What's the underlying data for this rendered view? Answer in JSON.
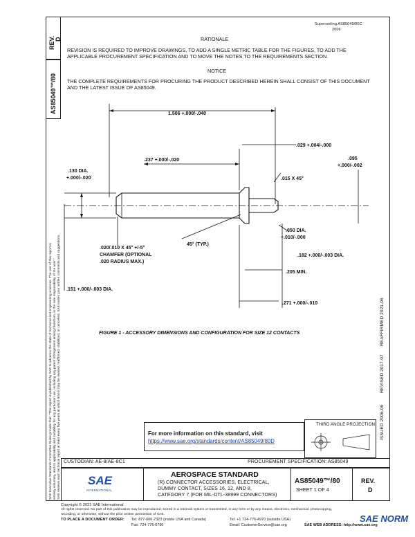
{
  "header": {
    "doc_number": "AS85049™/80",
    "rev_label": "REV.",
    "rev_value": "D",
    "issued": "ISSUED 2006-06",
    "revised": "REVISED 2017-07",
    "reaffirmed": "REAFFIRMED 2021-06",
    "superseding": "Superseding AS85049/80C",
    "superseding_date": "2006"
  },
  "left_margin": {
    "line1": "SAE Executive Standards Committee Rules provide that: \"This report is published by SAE to advance the state of technical and engineering sciences. The use of this report is",
    "line2": "entirely voluntary, and its applicability and suitability for any particular use, including any patent infringement arising therefrom, is the sole responsibility of the user.\"",
    "line3": "SAE reviews each technical report at least every five years at which time it may be revised, reaffirmed, stabilized, or cancelled. SAE invites your written comments and suggestions."
  },
  "rationale": {
    "heading": "RATIONALE",
    "body": "REVISION IS REQUIRED TO IMPROVE DRAWINGS, TO ADD A SINGLE METRIC TABLE FOR THE FIGURES, TO ADD THE APPLICABLE PROCUREMENT SPECIFICATION AND TO MOVE THE NOTES TO THE REQUIREMENTS SECTION."
  },
  "notice": {
    "heading": "NOTICE",
    "body": "THE COMPLETE REQUIREMENTS FOR PROCURING THE PRODUCT DESCRIBED HEREIN SHALL CONSIST OF THIS DOCUMENT AND THE LATEST ISSUE OF AS85049."
  },
  "figure": {
    "caption": "FIGURE 1 - ACCESSORY DIMENSIONS AND CONFIGURATION FOR SIZE 12 CONTACTS",
    "dims": {
      "overall": "1.506 +.000/-.040",
      "d029": ".029 +.004/-.000",
      "d095a": ".095",
      "d095b": "+.000/-.002",
      "d237": ".237 +.000/-.020",
      "d130a": ".130 DIA.",
      "d130b": "+.000/-.020",
      "chamfer15": ".015 X 45°",
      "d050a": ".050 DIA.",
      "d050b": "+.010/-.000",
      "angle45": "45° (TYP.)",
      "chamfer020a": ".020/.010 X 45° +/-5°",
      "chamfer020b": "CHAMFER (OPTIONAL",
      "chamfer020c": ".020 RADIUS MAX.)",
      "d182": ".182 +.000/-.003 DIA.",
      "d205": ".205 MIN.",
      "d151": ".151 +.000/-.003 DIA.",
      "d271": ".271 +.000/-.010"
    }
  },
  "info_box": {
    "text": "For more information on this standard, visit",
    "url": "https://www.sae.org/standards/content/AS85049/80D"
  },
  "third_angle": "THIRD ANGLE PROJECTION",
  "custodian": "CUSTODIAN: AE-8/AE-8C1",
  "procurement": "PROCUREMENT SPECIFICATION: AS85049",
  "title_block": {
    "logo": "SAE",
    "logo_sub": "INTERNATIONAL",
    "heading": "AEROSPACE STANDARD",
    "desc1": "(R) CONNECTOR ACCESSORIES, ELECTRICAL,",
    "desc2": "DUMMY CONTACT, SIZES 16, 12, AND 8,",
    "desc3": "CATEGORY 7 (FOR MIL-DTL-38999 CONNECTORS)",
    "doc": "AS85049™/80",
    "sheet": "SHEET 1 OF 4",
    "rev_label": "REV.",
    "rev_value": "D"
  },
  "footer": {
    "copyright": "Copyright © 2021 SAE International",
    "rights1": "All rights reserved. No part of this publication may be reproduced, stored in a retrieval system or transmitted, in any form or by any means, electronic, mechanical, photocopying,",
    "rights2": "recording, or otherwise, without the prior written permission of SAE.",
    "order": "TO PLACE A DOCUMENT ORDER:",
    "tel": "Tel: 877-606-7323 (inside USA and Canada)",
    "fax": "Fax: 724-776-0790",
    "tel2": "Tel: +1 724-776-4970 (outside USA)",
    "email": "Email: CustomerService@sae.org",
    "web": "SAE WEB ADDRESS: http://www.sae.org",
    "watermark": "SAE NORM"
  }
}
